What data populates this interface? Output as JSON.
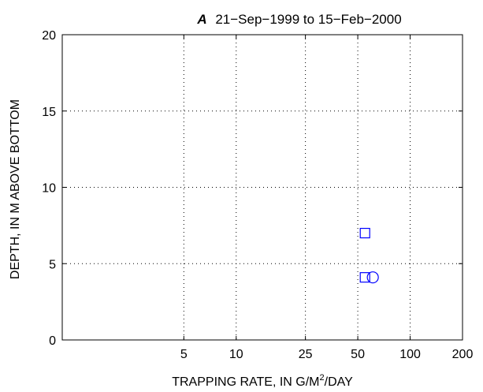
{
  "chart_data": {
    "type": "scatter",
    "title_panel": "A",
    "title": "21−Sep−1999 to 15−Feb−2000",
    "xlabel_main": "TRAPPING RATE, IN G/M",
    "xlabel_sup": "2",
    "xlabel_tail": "/DAY",
    "ylabel": "DEPTH, IN M ABOVE BOTTOM",
    "x_scale": "log",
    "xlim": [
      1,
      200
    ],
    "ylim": [
      0,
      20
    ],
    "x_ticks": [
      {
        "value": 5,
        "label": "5"
      },
      {
        "value": 10,
        "label": "10"
      },
      {
        "value": 25,
        "label": "25"
      },
      {
        "value": 50,
        "label": "50"
      },
      {
        "value": 100,
        "label": "100"
      },
      {
        "value": 200,
        "label": "200"
      }
    ],
    "y_ticks": [
      {
        "value": 0,
        "label": "0"
      },
      {
        "value": 5,
        "label": "5"
      },
      {
        "value": 10,
        "label": "10"
      },
      {
        "value": 15,
        "label": "15"
      },
      {
        "value": 20,
        "label": "20"
      }
    ],
    "grid": true,
    "marker_color": "#0000ff",
    "points": [
      {
        "x": 55,
        "y": 7,
        "marker": "square"
      },
      {
        "x": 55,
        "y": 4.1,
        "marker": "square"
      },
      {
        "x": 61,
        "y": 4.1,
        "marker": "circle"
      }
    ]
  }
}
